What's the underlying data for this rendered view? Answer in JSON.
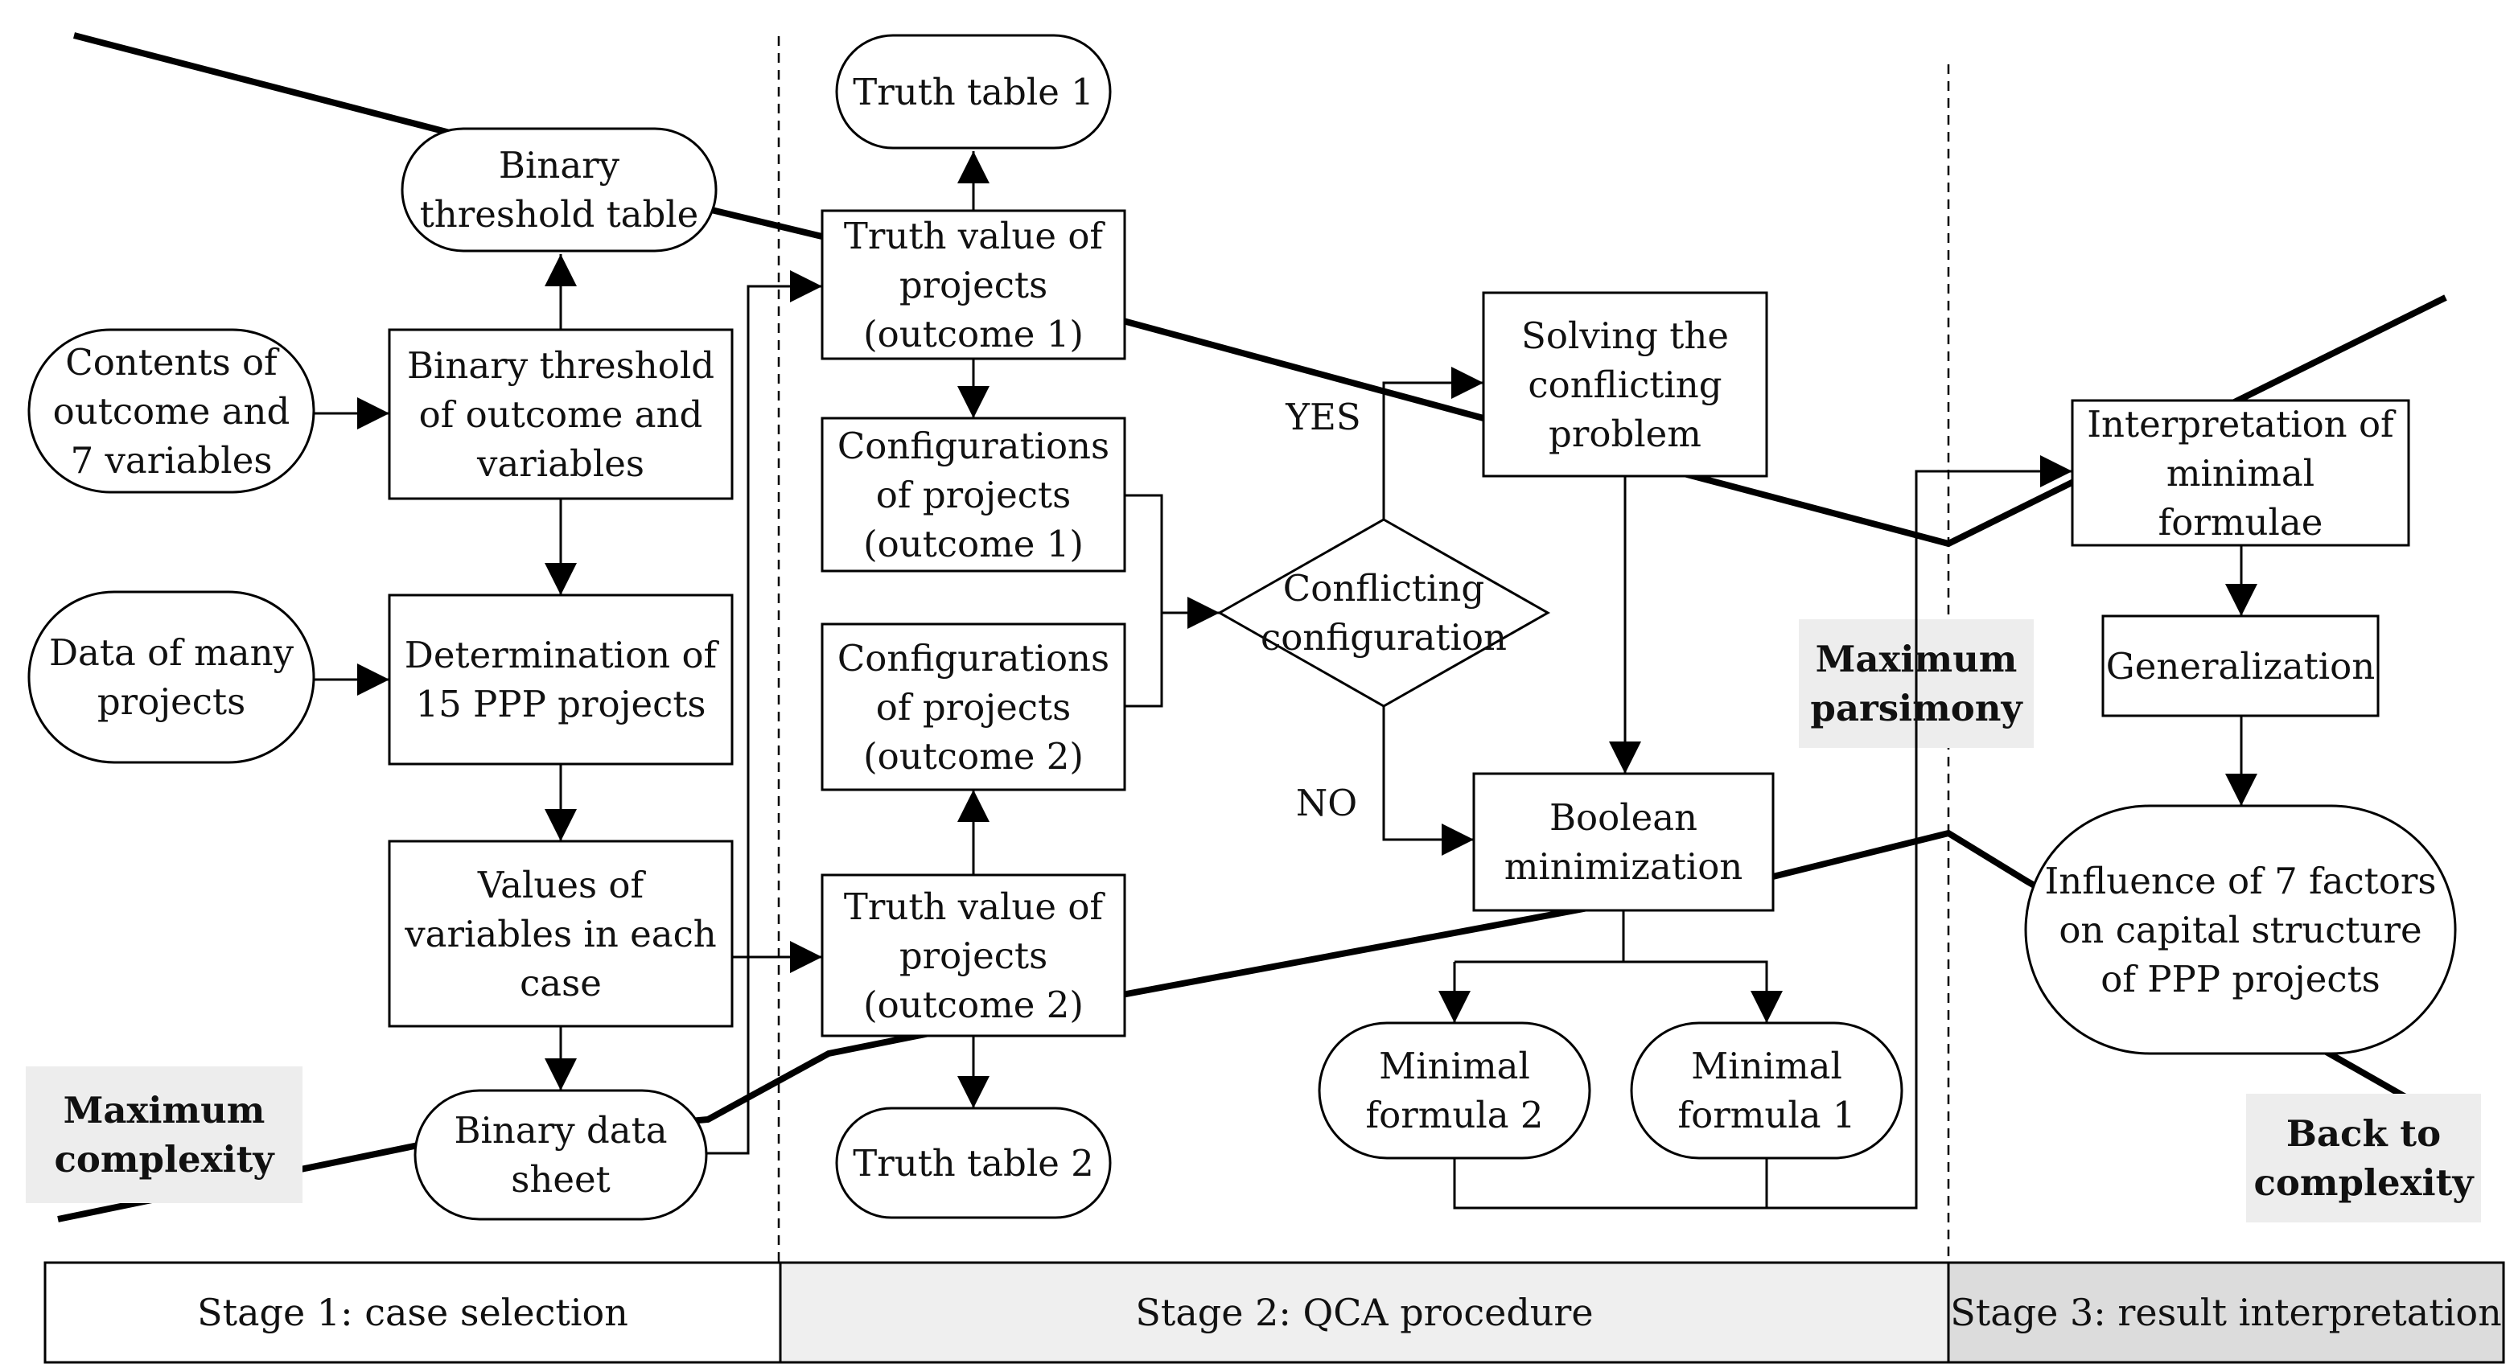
{
  "nodes": {
    "binary_threshold_table": "Binary\nthreshold table",
    "contents_outcome": "Contents of\noutcome and\n7 variables",
    "binary_threshold": "Binary threshold\nof  outcome and\nvariables",
    "data_many_projects": "Data of many\nprojects",
    "determination": "Determination of\n15 PPP projects",
    "values_variables": "Values of\nvariables in each\ncase",
    "binary_data_sheet": "Binary data\nsheet",
    "truth_table_1": "Truth table 1",
    "truth_value_1": "Truth value of\nprojects\n(outcome 1)",
    "config_1": "Configurations\nof projects\n(outcome 1)",
    "config_2": "Configurations\nof projects\n(outcome 2)",
    "truth_value_2": "Truth value of\nprojects\n(outcome 2)",
    "truth_table_2": "Truth table 2",
    "conflicting_config": "Conflicting\nconfiguration",
    "solving": "Solving the\nconflicting\nproblem",
    "boolean_min": "Boolean\nminimization",
    "minimal_formula_2": "Minimal\nformula 2",
    "minimal_formula_1": "Minimal\nformula 1",
    "interpretation": "Interpretation of\nminimal\nformulae",
    "generalization": "Generalization",
    "influence": "Influence of 7 factors\non capital structure\nof PPP projects"
  },
  "edge_labels": {
    "yes": "YES",
    "no": "NO"
  },
  "callouts": {
    "max_complexity": "Maximum\ncomplexity",
    "max_parsimony": "Maximum\nparsimony",
    "back_to_complexity": "Back to\ncomplexity"
  },
  "stages": {
    "stage1": "Stage 1: case selection",
    "stage2": "Stage 2: QCA procedure",
    "stage3": "Stage 3: result interpretation"
  },
  "colors": {
    "line": "#000000",
    "callout_bg": "#ededed",
    "stage2_bg": "#efefef",
    "stage3_bg": "#dcdcdc"
  }
}
